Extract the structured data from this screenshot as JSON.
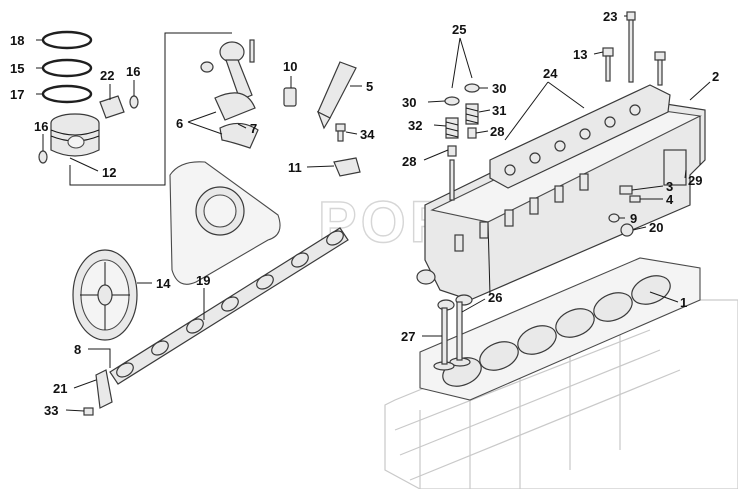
{
  "watermark": "PORT",
  "callouts": [
    {
      "id": "c18",
      "label": "18"
    },
    {
      "id": "c15",
      "label": "15"
    },
    {
      "id": "c17",
      "label": "17"
    },
    {
      "id": "c22",
      "label": "22"
    },
    {
      "id": "c16a",
      "label": "16"
    },
    {
      "id": "c16b",
      "label": "16"
    },
    {
      "id": "c12",
      "label": "12"
    },
    {
      "id": "c6",
      "label": "6"
    },
    {
      "id": "c7",
      "label": "7"
    },
    {
      "id": "c10",
      "label": "10"
    },
    {
      "id": "c5",
      "label": "5"
    },
    {
      "id": "c34",
      "label": "34"
    },
    {
      "id": "c11",
      "label": "11"
    },
    {
      "id": "c25",
      "label": "25"
    },
    {
      "id": "c23",
      "label": "23"
    },
    {
      "id": "c13",
      "label": "13"
    },
    {
      "id": "c24",
      "label": "24"
    },
    {
      "id": "c2",
      "label": "2"
    },
    {
      "id": "c30a",
      "label": "30"
    },
    {
      "id": "c30b",
      "label": "30"
    },
    {
      "id": "c31",
      "label": "31"
    },
    {
      "id": "c32",
      "label": "32"
    },
    {
      "id": "c28a",
      "label": "28"
    },
    {
      "id": "c28b",
      "label": "28"
    },
    {
      "id": "c29",
      "label": "29"
    },
    {
      "id": "c3",
      "label": "3"
    },
    {
      "id": "c4",
      "label": "4"
    },
    {
      "id": "c9",
      "label": "9"
    },
    {
      "id": "c20",
      "label": "20"
    },
    {
      "id": "c14",
      "label": "14"
    },
    {
      "id": "c19",
      "label": "19"
    },
    {
      "id": "c1",
      "label": "1"
    },
    {
      "id": "c26",
      "label": "26"
    },
    {
      "id": "c27",
      "label": "27"
    },
    {
      "id": "c8",
      "label": "8"
    },
    {
      "id": "c21",
      "label": "21"
    },
    {
      "id": "c33",
      "label": "33"
    }
  ]
}
